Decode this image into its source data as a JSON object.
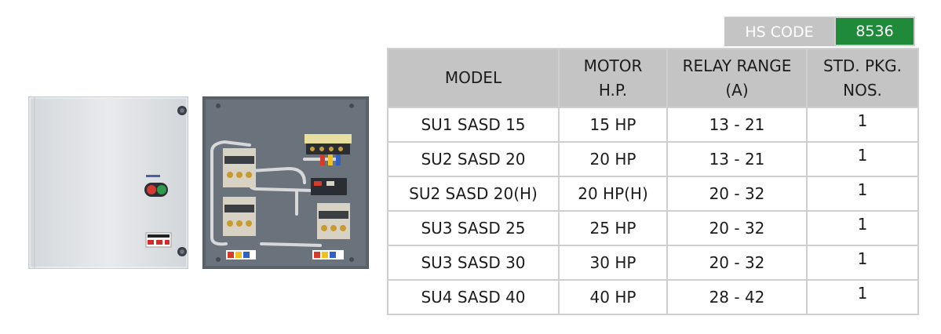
{
  "hs_code": {
    "label": "HS CODE",
    "value": "8536"
  },
  "table": {
    "headers": [
      {
        "line1": "MODEL",
        "line2": ""
      },
      {
        "line1": "MOTOR",
        "line2": "H.P."
      },
      {
        "line1": "RELAY RANGE",
        "line2": "(A)"
      },
      {
        "line1": "STD. PKG.",
        "line2": "NOS."
      }
    ],
    "rows": [
      {
        "model": "SU1 SASD 15",
        "hp": "15 HP",
        "relay": "13 - 21",
        "pkg": "1"
      },
      {
        "model": "SU2 SASD 20",
        "hp": "20 HP",
        "relay": "13 - 21",
        "pkg": "1"
      },
      {
        "model": "SU2 SASD 20(H)",
        "hp": "20 HP(H)",
        "relay": "20 - 32",
        "pkg": "1"
      },
      {
        "model": "SU3 SASD 25",
        "hp": "25 HP",
        "relay": "20 - 32",
        "pkg": "1"
      },
      {
        "model": "SU3 SASD 30",
        "hp": "30 HP",
        "relay": "20 - 32",
        "pkg": "1"
      },
      {
        "model": "SU4 SASD 40",
        "hp": "40 HP",
        "relay": "28 - 42",
        "pkg": "1"
      }
    ]
  },
  "colors": {
    "header_bg": "#c4c4c4",
    "hs_value_bg": "#1e8a3a",
    "border": "#cfcfcf"
  }
}
